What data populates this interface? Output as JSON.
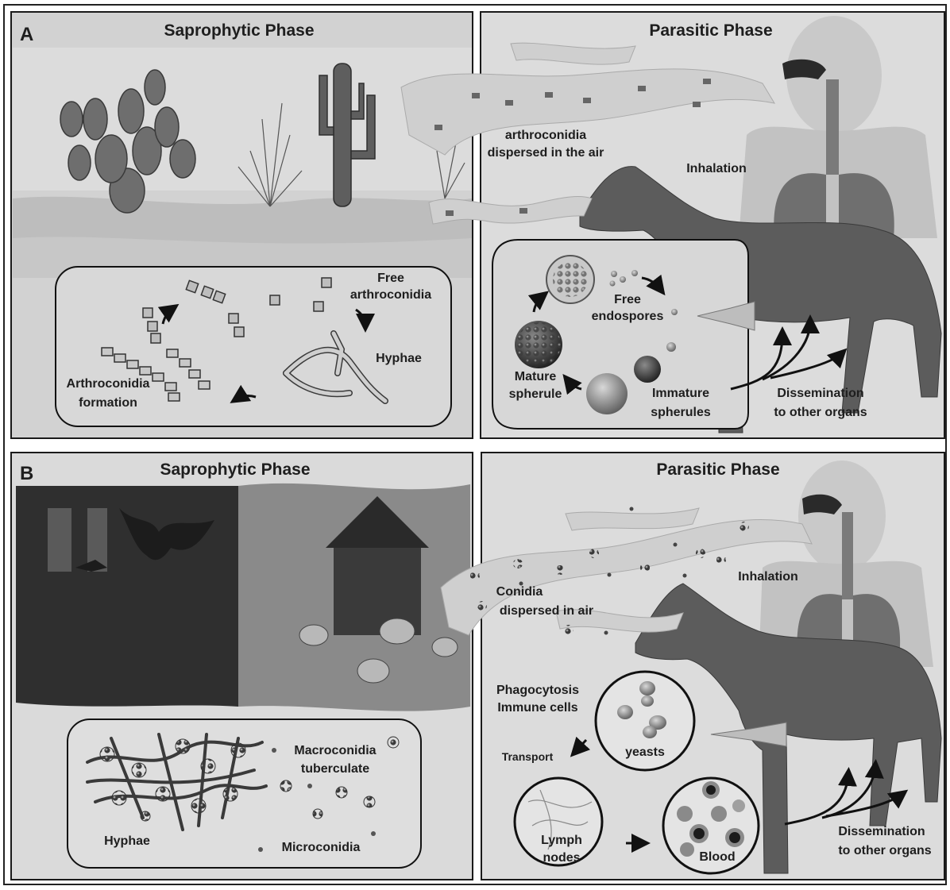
{
  "panel_a": {
    "letter": "A",
    "saprophytic": {
      "title": "Saprophytic Phase",
      "free_arthroconidia": [
        "Free",
        "arthroconidia"
      ],
      "hyphae": "Hyphae",
      "arthroconidia_formation": [
        "Arthroconidia",
        "formation"
      ]
    },
    "air_label": [
      "arthroconidia",
      "dispersed in the air"
    ],
    "parasitic": {
      "title": "Parasitic Phase",
      "inhalation": "Inhalation",
      "free_endospores": [
        "Free",
        "endospores"
      ],
      "mature_spherule": [
        "Mature",
        "spherule"
      ],
      "immature_spherules": [
        "Immature",
        "spherules"
      ],
      "dissemination": [
        "Dissemination",
        "to other organs"
      ]
    }
  },
  "panel_b": {
    "letter": "B",
    "saprophytic": {
      "title": "Saprophytic Phase",
      "macroconidia": [
        "Macroconidia",
        "tuberculate"
      ],
      "hyphae": "Hyphae",
      "microconidia": "Microconidia"
    },
    "air_label": [
      "Conidia",
      "dispersed in air"
    ],
    "parasitic": {
      "title": "Parasitic Phase",
      "inhalation": "Inhalation",
      "phagocytosis": [
        "Phagocytosis",
        "Immune cells"
      ],
      "yeasts": "yeasts",
      "transport": "Transport",
      "lymph_nodes": [
        "Lymph",
        "nodes"
      ],
      "blood": "Blood",
      "dissemination": [
        "Dissemination",
        "to other organs"
      ]
    }
  }
}
